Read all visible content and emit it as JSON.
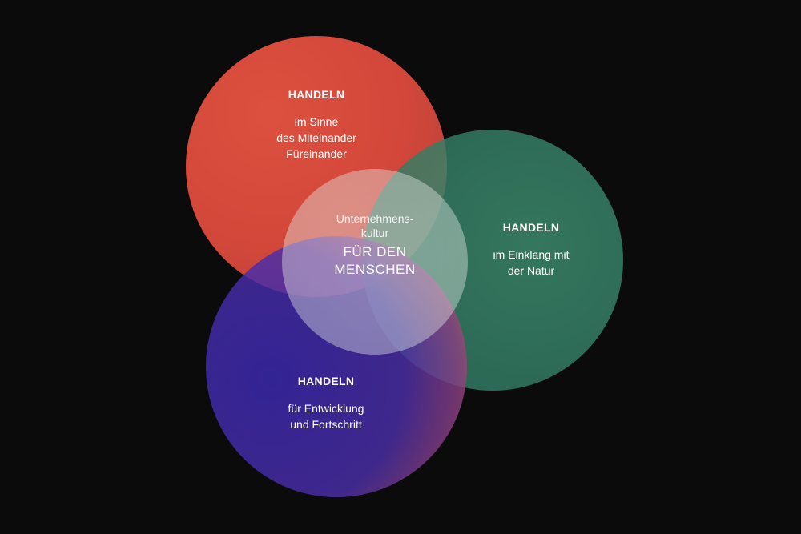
{
  "colors": {
    "background": "#0c0b0c",
    "red": "#e2503e",
    "green": "#3f8f72",
    "purple": "#3d2ab0",
    "center": "#e9ede9"
  },
  "circles": {
    "top": {
      "title": "HANDELN",
      "lines": [
        "im Sinne",
        "des Miteinander",
        "Füreinander"
      ]
    },
    "right": {
      "title": "HANDELN",
      "lines": [
        "im Einklang mit",
        "der Natur"
      ]
    },
    "bottom": {
      "title": "HANDELN",
      "lines": [
        "für Entwicklung",
        "und Fortschritt"
      ]
    },
    "center": {
      "lines": [
        "Unternehmens-",
        "kultur"
      ],
      "emphasis": [
        "FÜR DEN",
        "MENSCHEN"
      ]
    }
  }
}
